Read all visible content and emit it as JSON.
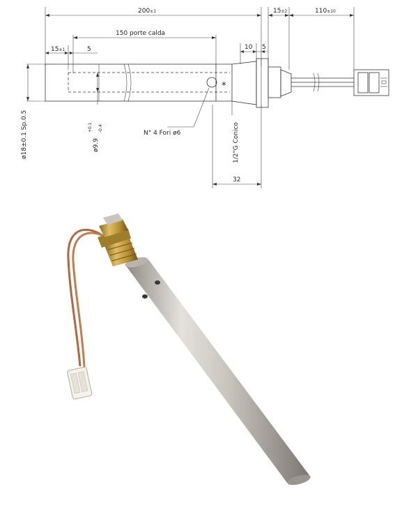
{
  "drawing": {
    "dim_total_length": "200",
    "dim_total_length_tol": "±1",
    "dim_hot_zone": "150  porte  calda",
    "dim_start_offset": "15",
    "dim_start_offset_tol": "±1",
    "dim_inner_offset": "5",
    "dim_flange_10": "10",
    "dim_flange_5": "5",
    "dim_cable_start": "15",
    "dim_cable_start_tol": "±2",
    "dim_cable_length": "110",
    "dim_cable_length_tol": "±10",
    "dim_outer_diameter": "ø18±0.1 Sp.0.5",
    "dim_inner_diameter": "ø9.9",
    "dim_inner_diameter_tol_upper": "+0.1",
    "dim_inner_diameter_tol_lower": "-0.4",
    "holes_note": "N° 4 Fori ø6",
    "thread_note": "1/2\"G Conico",
    "dim_thread_length": "32",
    "star_mark": "*"
  }
}
